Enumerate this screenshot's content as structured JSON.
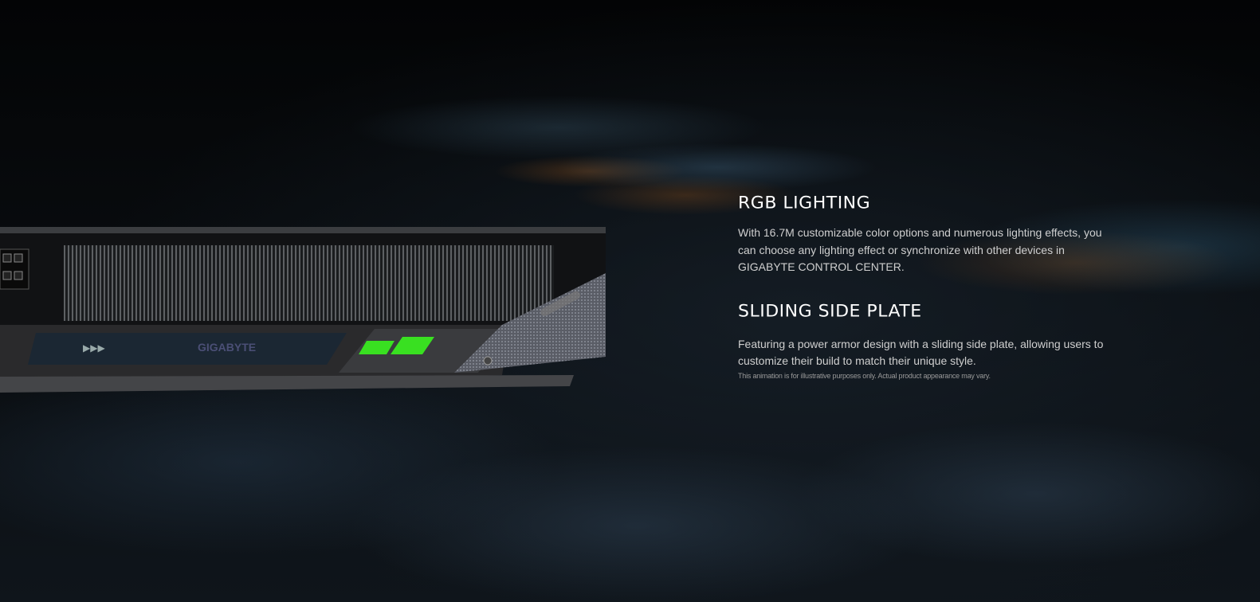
{
  "sections": [
    {
      "title": "RGB LIGHTING",
      "body": "With 16.7M customizable color options and numerous lighting effects, you can choose any lighting effect or synchronize with other devices in GIGABYTE CONTROL CENTER."
    },
    {
      "title": "SLIDING SIDE PLATE",
      "body": "Featuring a power armor design with a sliding side plate, allowing users to customize their build to match their unique style."
    }
  ],
  "disclaimer": "This animation is for illustrative purposes only. Actual product appearance may vary.",
  "product_image": {
    "brand_label": "GIGABYTE",
    "rgb_color": "#39e021"
  }
}
